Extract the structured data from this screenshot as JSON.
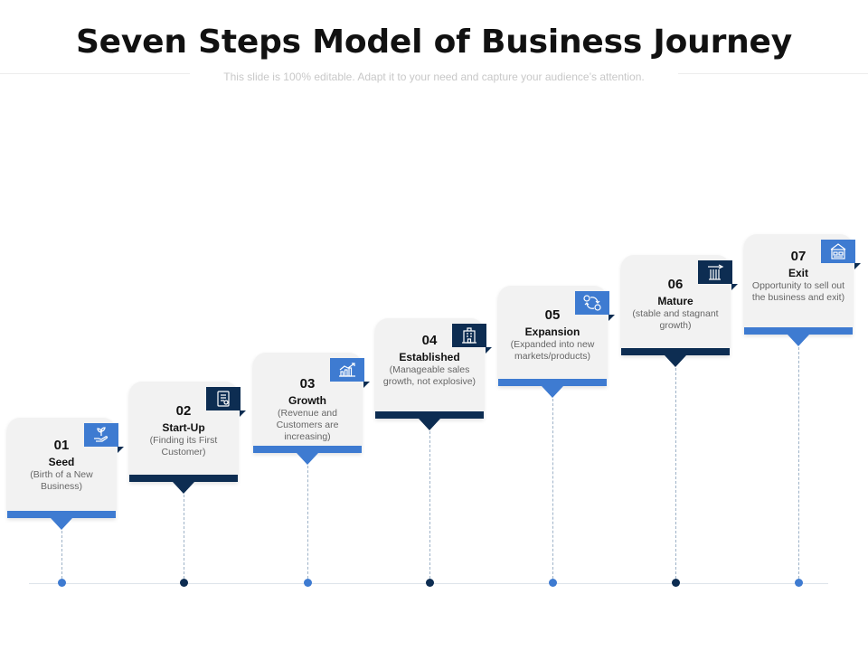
{
  "header": {
    "title": "Seven Steps Model of Business Journey",
    "subtitle": "This slide is 100% editable. Adapt it to your need and capture your audience’s attention."
  },
  "colors": {
    "light_blue": "#3e7bd1",
    "dark_navy": "#0d2d52",
    "card_bg": "#f2f2f2",
    "dashed_line": "#9fb3c8"
  },
  "steps": [
    {
      "number": "01",
      "name": "Seed",
      "description": "(Birth of a New Business)",
      "icon": "seedling-hand-icon",
      "accent": "#3e7bd1"
    },
    {
      "number": "02",
      "name": "Start-Up",
      "description": "(Finding its First Customer)",
      "icon": "document-checklist-icon",
      "accent": "#0d2d52"
    },
    {
      "number": "03",
      "name": "Growth",
      "description": "(Revenue and Customers are increasing)",
      "icon": "growth-chart-icon",
      "accent": "#3e7bd1"
    },
    {
      "number": "04",
      "name": "Established",
      "description": "(Manageable sales growth, not explosive)",
      "icon": "building-icon",
      "accent": "#0d2d52"
    },
    {
      "number": "05",
      "name": "Expansion",
      "description": "(Expanded into new markets/products)",
      "icon": "currency-exchange-icon",
      "accent": "#3e7bd1"
    },
    {
      "number": "06",
      "name": "Mature",
      "description": "(stable and stagnant growth)",
      "icon": "pillar-icon",
      "accent": "#0d2d52"
    },
    {
      "number": "07",
      "name": "Exit",
      "description": "Opportunity to sell out the business and exit)",
      "icon": "storefront-exit-icon",
      "accent": "#3e7bd1"
    }
  ]
}
